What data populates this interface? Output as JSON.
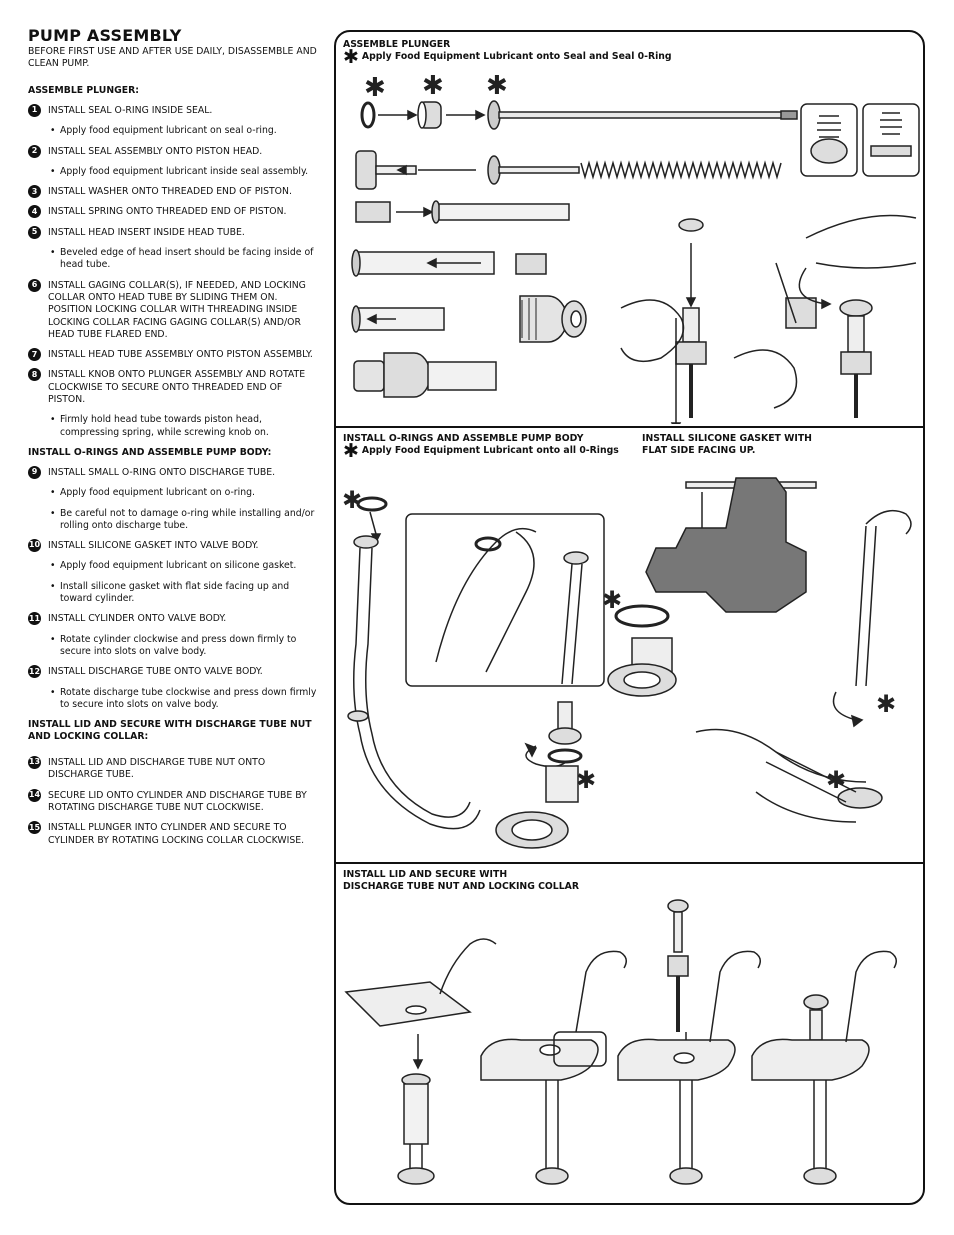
{
  "left": {
    "title": "PUMP ASSEMBLY",
    "intro": "BEFORE FIRST USE AND AFTER USE DAILY, DISASSEMBLE AND CLEAN PUMP.",
    "sections": [
      {
        "heading": "ASSEMBLE PLUNGER:",
        "steps": [
          {
            "num": "1",
            "text": "INSTALL SEAL O-RING INSIDE SEAL.",
            "bullets": [
              "Apply food equipment lubricant on seal o-ring."
            ]
          },
          {
            "num": "2",
            "text": "INSTALL SEAL ASSEMBLY ONTO PISTON HEAD.",
            "bullets": [
              "Apply food equipment lubricant inside seal assembly."
            ]
          },
          {
            "num": "3",
            "text": "INSTALL WASHER ONTO THREADED END OF PISTON.",
            "bullets": []
          },
          {
            "num": "4",
            "text": "INSTALL SPRING ONTO THREADED END OF PISTON.",
            "bullets": []
          },
          {
            "num": "5",
            "text": "INSTALL HEAD INSERT INSIDE HEAD TUBE.",
            "bullets": [
              "Beveled edge of head insert should be facing inside of head tube."
            ]
          },
          {
            "num": "6",
            "text": "INSTALL GAGING COLLAR(S), IF NEEDED, AND LOCKING COLLAR ONTO HEAD TUBE BY SLIDING THEM ON. POSITION LOCKING COLLAR WITH THREADING INSIDE LOCKING COLLAR FACING GAGING COLLAR(S) AND/OR HEAD TUBE FLARED END.",
            "bullets": []
          },
          {
            "num": "7",
            "text": "INSTALL HEAD TUBE ASSEMBLY ONTO PISTON ASSEMBLY.",
            "bullets": []
          },
          {
            "num": "8",
            "text": "INSTALL KNOB ONTO PLUNGER ASSEMBLY AND ROTATE CLOCKWISE TO SECURE ONTO THREADED END OF PISTON.",
            "bullets": [
              "Firmly hold head tube towards piston head, compressing spring, while screwing knob on."
            ]
          }
        ]
      },
      {
        "heading": "INSTALL O-RINGS AND ASSEMBLE PUMP BODY:",
        "steps": [
          {
            "num": "9",
            "text": "INSTALL SMALL O-RING ONTO DISCHARGE TUBE.",
            "bullets": [
              "Apply food equipment lubricant on o-ring.",
              "Be careful not to damage o-ring while installing and/or rolling onto discharge tube."
            ]
          },
          {
            "num": "10",
            "text": "INSTALL SILICONE GASKET INTO VALVE BODY.",
            "bullets": [
              "Apply food equipment lubricant on silicone gasket.",
              "Install silicone gasket with flat side facing up and toward cylinder."
            ]
          },
          {
            "num": "11",
            "text": "INSTALL CYLINDER ONTO VALVE BODY.",
            "bullets": [
              "Rotate cylinder clockwise and press down firmly to secure into slots on valve body."
            ]
          },
          {
            "num": "12",
            "text": "INSTALL DISCHARGE TUBE ONTO VALVE BODY.",
            "bullets": [
              "Rotate discharge tube clockwise and press down firmly to secure into slots on valve body."
            ]
          }
        ]
      },
      {
        "heading": "INSTALL LID AND SECURE WITH DISCHARGE TUBE NUT AND LOCKING COLLAR:",
        "steps": [
          {
            "num": "13",
            "text": "INSTALL LID AND DISCHARGE TUBE NUT ONTO DISCHARGE TUBE.",
            "bullets": []
          },
          {
            "num": "14",
            "text": "SECURE LID ONTO CYLINDER AND DISCHARGE TUBE BY ROTATING DISCHARGE TUBE NUT CLOCKWISE.",
            "bullets": []
          },
          {
            "num": "15",
            "text": "INSTALL PLUNGER INTO CYLINDER AND SECURE TO CYLINDER BY ROTATING LOCKING COLLAR CLOCKWISE.",
            "bullets": []
          }
        ]
      }
    ]
  },
  "panel": {
    "asterisk": "✱",
    "plunger": {
      "title": "ASSEMBLE PLUNGER",
      "note": "Apply Food Equipment Lubricant onto Seal and Seal 0-Ring"
    },
    "orings": {
      "title": "INSTALL O-RINGS AND ASSEMBLE PUMP BODY",
      "note": "Apply Food Equipment Lubricant onto all 0-Rings"
    },
    "gasket": {
      "title_line1": "INSTALL SILICONE GASKET WITH",
      "title_line2": "FLAT SIDE FACING UP."
    },
    "lid": {
      "title_line1": "INSTALL LID AND SECURE WITH",
      "title_line2": "DISCHARGE TUBE NUT AND LOCKING COLLAR"
    }
  }
}
